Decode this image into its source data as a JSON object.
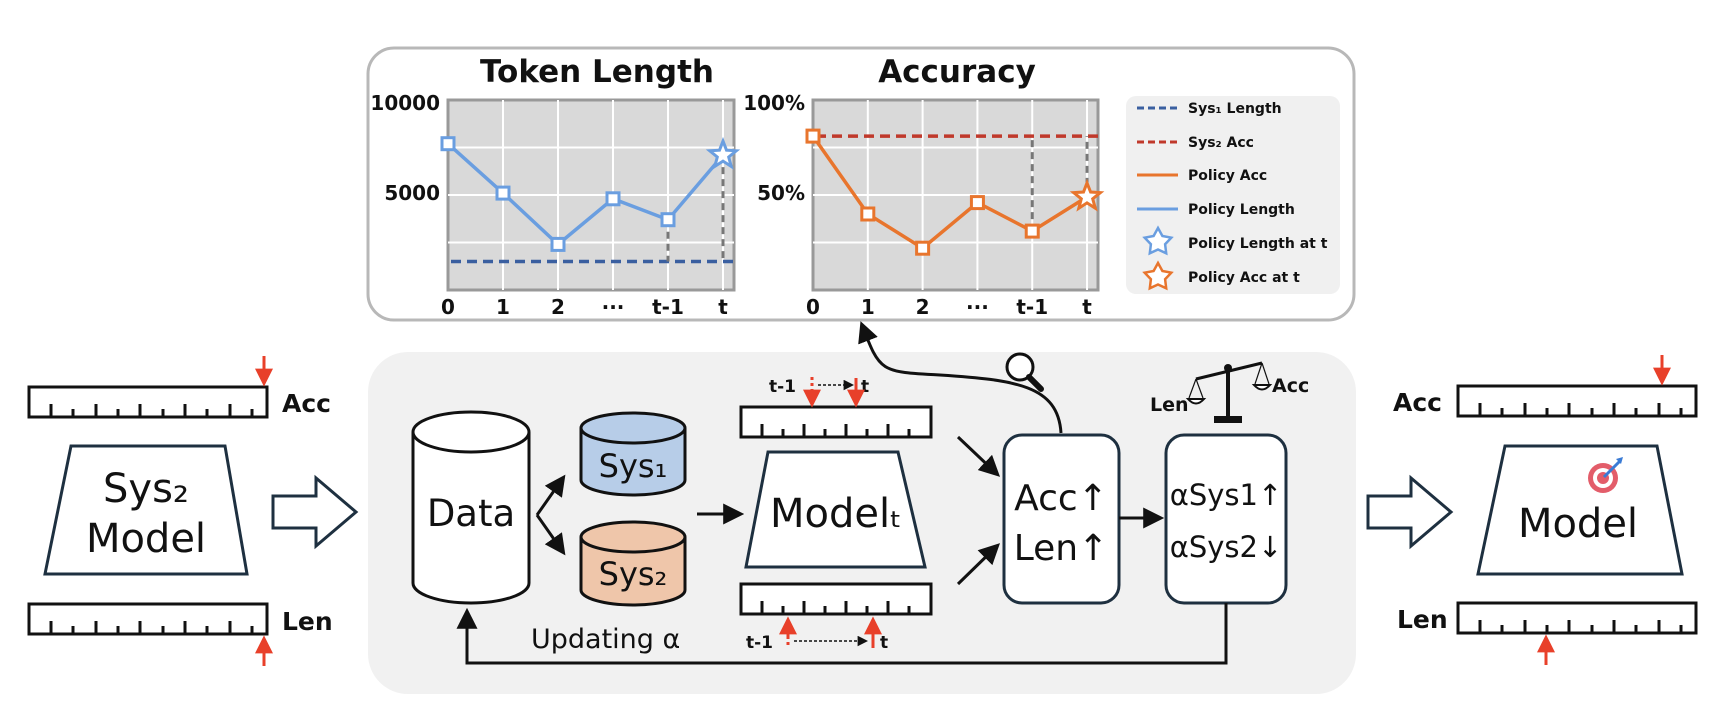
{
  "colors": {
    "sys1_length": "#3a5fa0",
    "sys2_acc": "#c0392b",
    "policy_acc": "#e8752d",
    "policy_length": "#6a9ee0",
    "sys1_fill": "#b7cde8",
    "sys2_fill": "#efc6aa",
    "arrow_red": "#e8402a",
    "panel_bg": "#f1f1f1",
    "plot_bg": "#d9d9d9"
  },
  "charts": {
    "token": {
      "title": "Token Length",
      "ymax": "10000",
      "ymid": "5000"
    },
    "acc": {
      "title": "Accuracy",
      "ymax": "100%",
      "ymid": "50%"
    },
    "xticks": [
      "0",
      "1",
      "2",
      "···",
      "t-1",
      "t"
    ]
  },
  "legend": {
    "sys1_length": "Sys₁ Length",
    "sys2_acc": "Sys₂ Acc",
    "policy_acc": "Policy Acc",
    "policy_length": "Policy Length",
    "policy_length_at_t": "Policy Length at t",
    "policy_acc_at_t": "Policy Acc at t"
  },
  "chart_data": [
    {
      "type": "line",
      "title": "Token Length",
      "x": [
        "0",
        "1",
        "2",
        "···",
        "t-1",
        "t"
      ],
      "ylim": [
        0,
        10000
      ],
      "series": [
        {
          "name": "Policy Length",
          "values": [
            7700,
            5100,
            2400,
            4800,
            3700,
            7100
          ]
        },
        {
          "name": "Sys₁ Length",
          "values": [
            1500,
            1500,
            1500,
            1500,
            1500,
            1500
          ]
        }
      ]
    },
    {
      "type": "line",
      "title": "Accuracy",
      "x": [
        "0",
        "1",
        "2",
        "···",
        "t-1",
        "t"
      ],
      "ylim": [
        0,
        100
      ],
      "series": [
        {
          "name": "Policy Acc",
          "values": [
            81,
            40,
            22,
            46,
            31,
            49
          ]
        },
        {
          "name": "Sys₂ Acc",
          "values": [
            81,
            81,
            81,
            81,
            81,
            81
          ]
        }
      ]
    }
  ],
  "left": {
    "model_line1": "Sys₂",
    "model_line2": "Model",
    "acc_label": "Acc",
    "len_label": "Len"
  },
  "center": {
    "data_label": "Data",
    "sys1_label": "Sys₁",
    "sys2_label": "Sys₂",
    "model_label": "Modelₜ",
    "top_bar_left": "t-1",
    "top_bar_right": "t",
    "bottom_bar_left": "t-1",
    "bottom_bar_right": "t",
    "reward_line1": "Acc↑",
    "reward_line2": "Len↑",
    "alpha_line1": "αSys1↑",
    "alpha_line2": "αSys2↓",
    "balance_left": "Len",
    "balance_right": "Acc",
    "updating_label": "Updating α"
  },
  "right": {
    "model_label": "Model",
    "acc_label": "Acc",
    "len_label": "Len"
  }
}
